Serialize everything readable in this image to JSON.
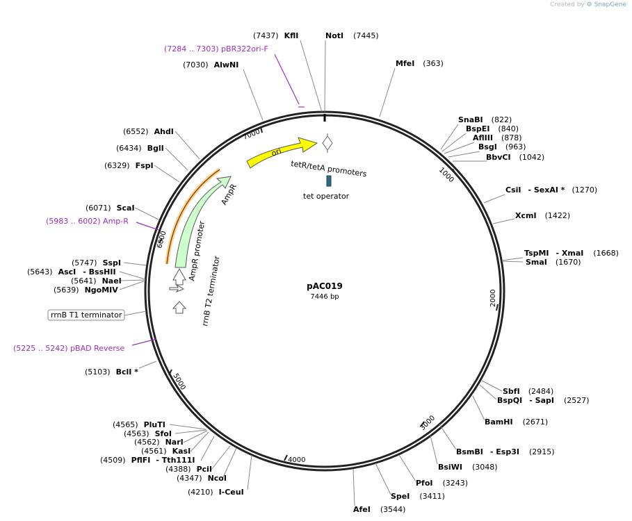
{
  "credit": {
    "prefix": "Created by",
    "brand": "SnapGene"
  },
  "plasmid": {
    "name": "pAC019",
    "size": "7446 bp"
  },
  "ticks": [
    "1000",
    "2000",
    "3000",
    "4000",
    "5000",
    "6000",
    "7000"
  ],
  "features": {
    "ori": "ori",
    "ampr": "AmpR",
    "ampr_promoter": "AmpR promoter",
    "rrnb_t2": "rrnB T2 terminator",
    "tet_promoters": "tetR/tetA promoters",
    "tet_operator": "tet operator",
    "rrnb_t1": "rrnB T1 terminator"
  },
  "sites": {
    "kfli": {
      "pos": "(7437)",
      "name": "KflI"
    },
    "noti": {
      "name": "NotI",
      "pos": "(7445)"
    },
    "alwni": {
      "pos": "(7030)",
      "name": "AlwNI"
    },
    "mfei": {
      "name": "MfeI",
      "pos": "(363)"
    },
    "snabi": {
      "name": "SnaBI",
      "pos": "(822)"
    },
    "bspei": {
      "name": "BspEI",
      "pos": "(840)"
    },
    "aflii": {
      "name": "AflIII",
      "pos": "(878)"
    },
    "bsgi": {
      "name": "BsgI",
      "pos": "(963)"
    },
    "bbvci": {
      "name": "BbvCI",
      "pos": "(1042)"
    },
    "csii": {
      "name": "CsiI",
      "alt": "- SexAI *",
      "pos": "(1270)"
    },
    "xcmi": {
      "name": "XcmI",
      "pos": "(1422)"
    },
    "tspmi": {
      "name": "TspMI",
      "alt": "- XmaI",
      "pos": "(1668)"
    },
    "smai": {
      "name": "SmaI",
      "pos": "(1670)"
    },
    "sbfi": {
      "name": "SbfI",
      "pos": "(2484)"
    },
    "bspqi": {
      "name": "BspQI",
      "alt": "- SapI",
      "pos": "(2527)"
    },
    "bamhi": {
      "name": "BamHI",
      "pos": "(2671)"
    },
    "bsmbi": {
      "name": "BsmBI",
      "alt": "- Esp3I",
      "pos": "(2915)"
    },
    "bsiwi": {
      "name": "BsiWI",
      "pos": "(3048)"
    },
    "pfoi": {
      "name": "PfoI",
      "pos": "(3243)"
    },
    "spei": {
      "name": "SpeI",
      "pos": "(3411)"
    },
    "afei": {
      "name": "AfeI",
      "pos": "(3544)"
    },
    "iceui": {
      "pos": "(4210)",
      "name": "I-CeuI"
    },
    "ncoi": {
      "pos": "(4347)",
      "name": "NcoI"
    },
    "pcii": {
      "pos": "(4388)",
      "name": "PciI"
    },
    "pflfi": {
      "pos": "(4509)",
      "name": "PflFI",
      "alt": "- Tth111I"
    },
    "kasi": {
      "pos": "(4561)",
      "name": "KasI"
    },
    "nari": {
      "pos": "(4562)",
      "name": "NarI"
    },
    "sfoi": {
      "pos": "(4563)",
      "name": "SfoI"
    },
    "pluti": {
      "pos": "(4565)",
      "name": "PluTI"
    },
    "bcli": {
      "pos": "(5103)",
      "name": "BclI *"
    },
    "ngomiv": {
      "pos": "(5639)",
      "name": "NgoMIV"
    },
    "naei": {
      "pos": "(5641)",
      "name": "NaeI"
    },
    "asci": {
      "pos": "(5643)",
      "name": "AscI",
      "alt": "- BssHII"
    },
    "sspi": {
      "pos": "(5747)",
      "name": "SspI"
    },
    "scai": {
      "pos": "(6071)",
      "name": "ScaI"
    },
    "fspi": {
      "pos": "(6329)",
      "name": "FspI"
    },
    "bgli": {
      "pos": "(6434)",
      "name": "BglI"
    },
    "ahdi": {
      "pos": "(6552)",
      "name": "AhdI"
    }
  },
  "primers": {
    "pbr322": "(7284 .. 7303)  pBR322ori-F",
    "ampr": "(5983 .. 6002)  Amp-R",
    "pbad": "(5225 .. 5242)  pBAD Reverse"
  },
  "colors": {
    "ori": "#ffff00",
    "ampr": "#ccffcc",
    "primer": "#9b2fc0",
    "highlight": "#f3b046"
  }
}
